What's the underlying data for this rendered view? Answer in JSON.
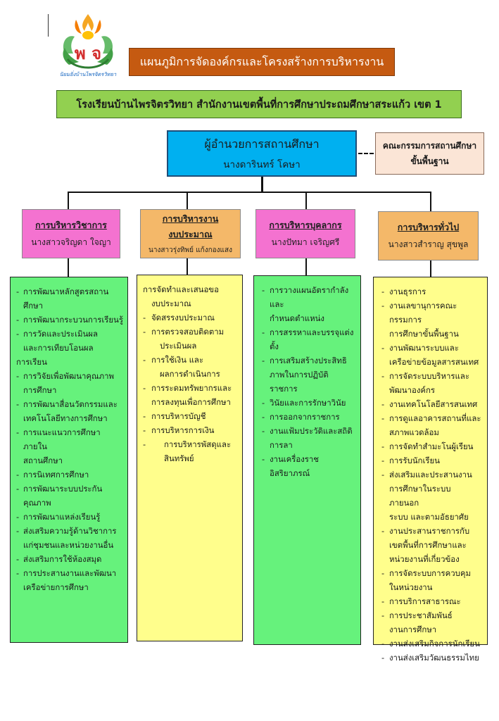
{
  "header": {
    "title": "แผนภูมิการจัดองค์กรและโครงสร้างการบริหารงาน",
    "school_banner": "โรงเรียนบ้านไพรจิตรวิทยา  สำนักงานเขตพื้นที่การศึกษาประถมศึกษาสระแก้ว เขต 1",
    "logo": {
      "initials": "พ จ",
      "motto": "นิยมยิ่งบ้านไพรจิตรวิทยา",
      "icon": "school-emblem-icon",
      "colors": {
        "flame": "#f5a623",
        "leaf": "#4caf50",
        "letters": "#d32f2f",
        "text": "#1565c0"
      }
    }
  },
  "director": {
    "title": "ผู้อำนวยการสถานศึกษา",
    "name": "นางดารินทร์    โคษา"
  },
  "committee": {
    "line1": "คณะกรรมการสถานศึกษา",
    "line2": "ขั้นพื้นฐาน"
  },
  "departments": [
    {
      "head": "การบริหารวิชาการ",
      "person": "นางสาวจริญดา  ใจญา",
      "color": "#f472d0",
      "tasks": [
        "การพัฒนาหลักสูตรสถานศึกษา",
        "การพัฒนากระบวนการเรียนรู้",
        "การวัดและประเมินผล",
        "และการเทียบโอนผล",
        "การเรียน",
        "การวิจัยเพื่อพัฒนาคุณภาพ",
        "การศึกษา",
        "การพัฒนาสื่อนวัตกรรมและ",
        "เทคโนโลยีทางการศึกษา",
        "การแนะแนวการศึกษาภายใน",
        "สถานศึกษา",
        "การนิเทศการศึกษา",
        "การพัฒนาระบบประกัน",
        "คุณภาพ",
        "การพัฒนาแหล่งเรียนรู้",
        "ส่งเสริมความรู้ด้านวิชาการ",
        "แก่ชุมชนและหน่วยงานอื่น",
        "ส่งเสริมการใช้ห้องสมุด",
        "การประสานงานและพัฒนา",
        "เครือข่ายการศึกษา"
      ]
    },
    {
      "head": "การบริหารงาน",
      "head2": "งบประมาณ",
      "person": "นางสาวรุ่งทิพย์ แก้งกองแสง",
      "color": "#f4b869",
      "tasks": [
        "การจัดทำและเสนอขอ",
        "งบประมาณ",
        "จัดสรรงบประมาณ",
        "การตรวจสอบติดตาม",
        "ประเมินผล",
        "การใช้เงิน และ",
        "ผลการดำเนินการ",
        "การระดมทรัพยากรและ",
        "การลงทุนเพื่อการศึกษา",
        "การบริหารบัญชี",
        "การบริหารการเงิน",
        "การบริหารพัสดุและ",
        "สินทรัพย์"
      ]
    },
    {
      "head": "การบริหารบุคลากร",
      "person": "นางปัทมา  เจริญศรี",
      "color": "#f472d0",
      "tasks": [
        "การวางแผนอัตรากำลังและ",
        "กำหนดตำแหน่ง",
        "การสรรหาและบรรจุแต่งตั้ง",
        "การเสริมสร้างประสิทธิ",
        "ภาพในการปฏิบัติราชการ",
        "วินัยและการรักษาวินัย",
        "การออกจากราชการ",
        "งานแฟ้มประวัติและสถิติ",
        "การลา",
        "งานเครื่องราชอิสริยาภรณ์"
      ]
    },
    {
      "head": "การบริหารทั่วไป",
      "person": "นางสาวสำราญ   สุขพูล",
      "color": "#f4b869",
      "tasks": [
        "งานธุรการ",
        "งานเลขานุการคณะกรรมการ",
        "การศึกษาขั้นพื้นฐาน",
        "งานพัฒนาระบบและ",
        "เครือข่ายข้อมูลสารสนเทศ",
        "การจัดระบบบริหารและ",
        "พัฒนาองค์กร",
        "งานเทคโนโลยีสารสนเทศ",
        "การดูแลอาคารสถานที่และ",
        "สภาพแวดล้อม",
        "การจัดทำสำมะโนผู้เรียน",
        "การรับนักเรียน",
        "ส่งเสริมและประสานงาน",
        "การศึกษาในระบบ ภายนอก",
        "ระบบ และตามอัธยาศัย",
        "งานประสานราชการกับ",
        "เขตพื้นที่การศึกษาและ",
        "หน่วยงานที่เกี่ยวข้อง",
        "การจัดระบบการควบคุม",
        "ในหน่วยงาน",
        "การบริการสาธารณะ",
        "การประชาสัมพันธ์",
        "งานการศึกษา",
        "งานส่งเสริมกิจการนักเรียน",
        "งานส่งเสริมวัฒนธรรมไทย"
      ]
    }
  ]
}
